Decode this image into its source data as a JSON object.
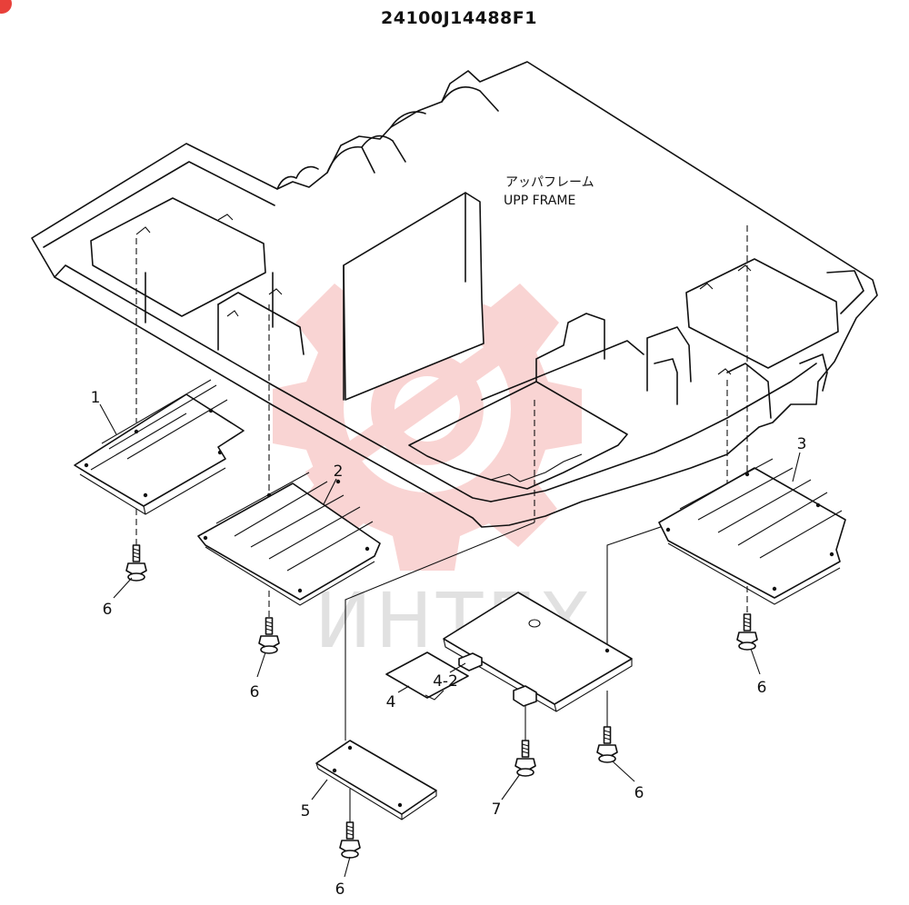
{
  "title": "24100J14488F1",
  "frame_label": {
    "jp": "アッパフレーム",
    "en": "UPP FRAME"
  },
  "callouts": [
    "1",
    "2",
    "3",
    "4",
    "4-2",
    "5",
    "6",
    "6",
    "6",
    "6",
    "6",
    "7"
  ],
  "watermark": {
    "text": "ИНТЕХ",
    "color": "#e8403a"
  }
}
